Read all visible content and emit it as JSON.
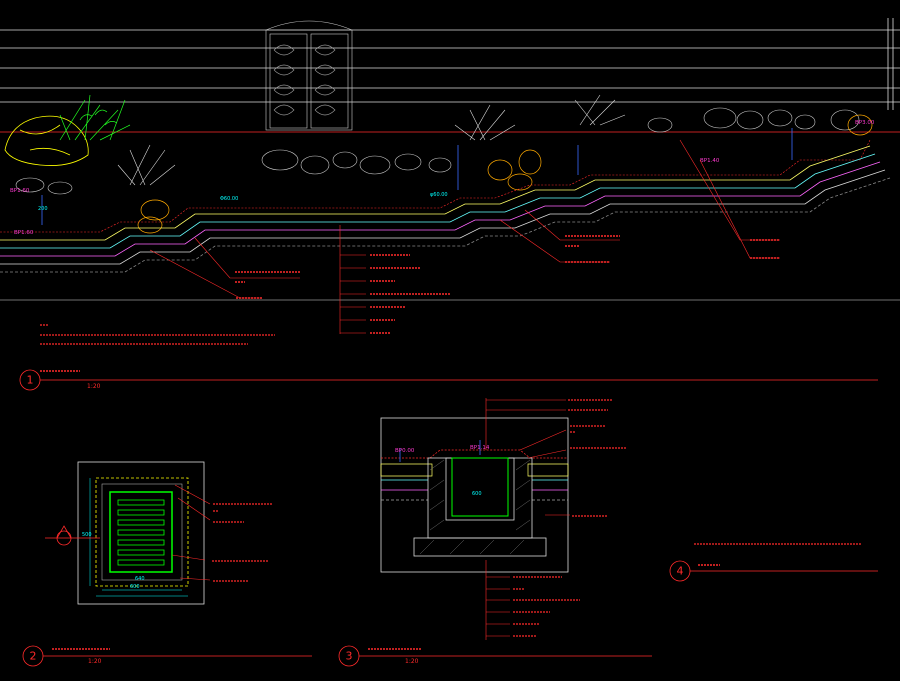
{
  "drawing": {
    "section1": {
      "number": "1",
      "scale": "1:20",
      "elevation_marks": [
        "BP1.60",
        "BP1.60",
        "BP1.40",
        "BP3.00"
      ],
      "dimension_marks": [
        "Φ60.00",
        "φ60.00",
        "200"
      ],
      "notes": "—"
    },
    "section2": {
      "number": "2",
      "scale": "1:20",
      "dims": [
        "500",
        "600",
        "640"
      ]
    },
    "section3": {
      "number": "3",
      "scale": "1:20",
      "elev_left": "BP0.00",
      "elev_right": "BP1.14",
      "dim_inner": "600"
    },
    "section4": {
      "number": "4"
    }
  },
  "colors": {
    "background": "#000000",
    "annotation": "#ff2a2a",
    "linework": "#ffffff",
    "dimension": "#00ffff",
    "cover": "#00ff00",
    "mark": "#ff3ad0",
    "hatch": "#ffff66"
  }
}
